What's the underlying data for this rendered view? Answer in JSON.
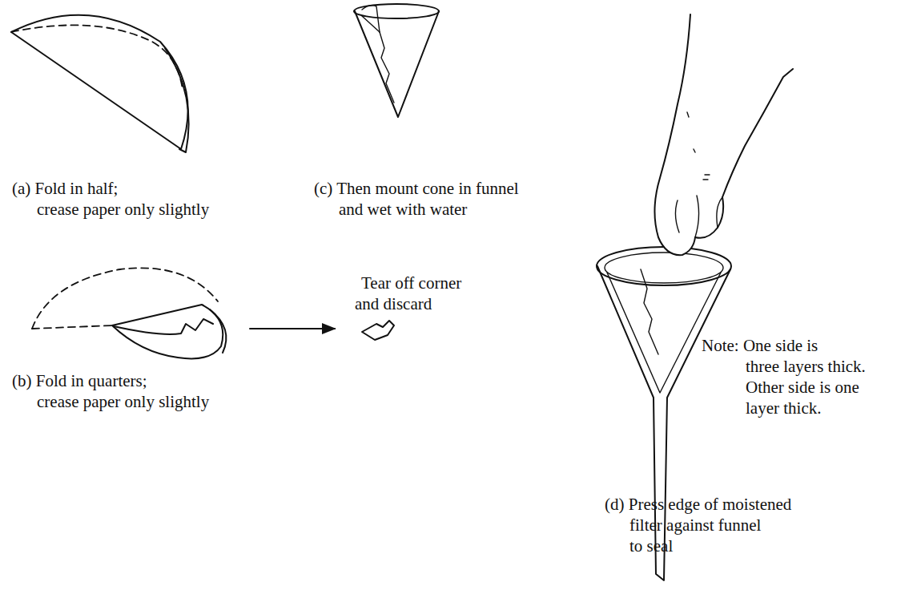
{
  "diagram": {
    "labels": [
      "(a) Fold in half; crease paper only slightly",
      "(c) Then mount cone in funnel and wet with water",
      "Tear off corner and discard",
      "(b) Fold in quarters; crease paper only slightly",
      "Note: One side is three layers thick. Other side is one layer thick.",
      "(d) Press edge of moistened filter against funnel to seal"
    ]
  }
}
